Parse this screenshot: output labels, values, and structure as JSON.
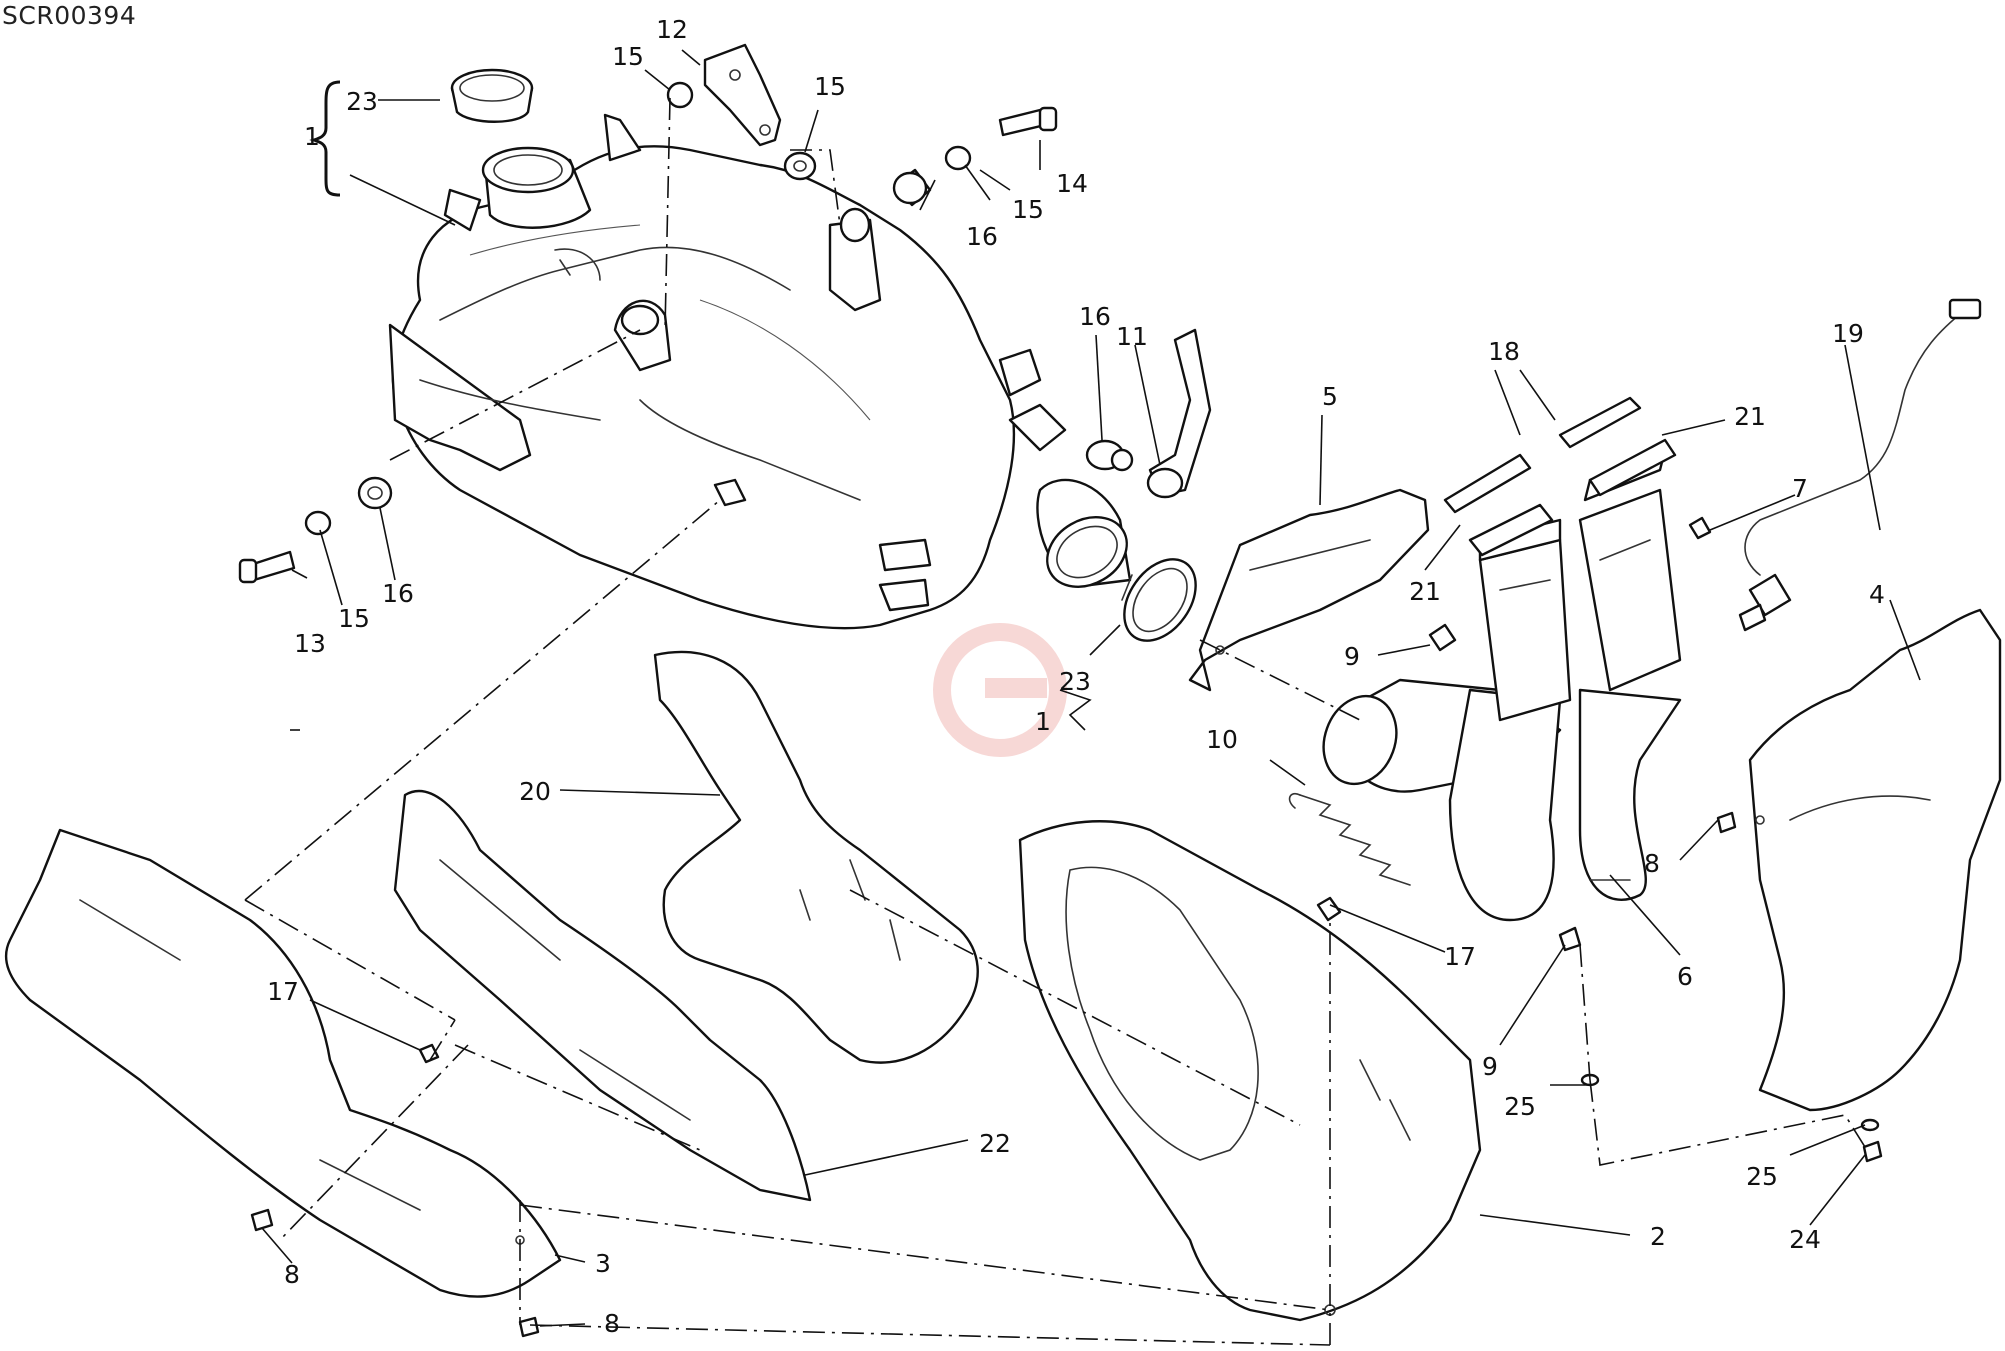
{
  "drawing_code": "SCR00394",
  "watermark_letter": "G",
  "watermark_color": "#f3c8c4",
  "line_color": "#111111",
  "callouts": [
    {
      "id": "c1",
      "label": "1"
    },
    {
      "id": "c23a",
      "label": "23"
    },
    {
      "id": "c12",
      "label": "12"
    },
    {
      "id": "c15a",
      "label": "15"
    },
    {
      "id": "c15b",
      "label": "15"
    },
    {
      "id": "c14",
      "label": "14"
    },
    {
      "id": "c15c",
      "label": "15"
    },
    {
      "id": "c16a",
      "label": "16"
    },
    {
      "id": "c16b",
      "label": "16"
    },
    {
      "id": "c11",
      "label": "11"
    },
    {
      "id": "c13",
      "label": "13"
    },
    {
      "id": "c15d",
      "label": "15"
    },
    {
      "id": "c16c",
      "label": "16"
    },
    {
      "id": "c23b",
      "label": "23"
    },
    {
      "id": "c1b",
      "label": "1"
    },
    {
      "id": "c5",
      "label": "5"
    },
    {
      "id": "c18",
      "label": "18"
    },
    {
      "id": "c21a",
      "label": "21"
    },
    {
      "id": "c21b",
      "label": "21"
    },
    {
      "id": "c19",
      "label": "19"
    },
    {
      "id": "c7",
      "label": "7"
    },
    {
      "id": "c4",
      "label": "4"
    },
    {
      "id": "c9a",
      "label": "9"
    },
    {
      "id": "c10",
      "label": "10"
    },
    {
      "id": "c20",
      "label": "20"
    },
    {
      "id": "c8a",
      "label": "8"
    },
    {
      "id": "c17a",
      "label": "17"
    },
    {
      "id": "c6",
      "label": "6"
    },
    {
      "id": "c9b",
      "label": "9"
    },
    {
      "id": "c25a",
      "label": "25"
    },
    {
      "id": "c17b",
      "label": "17"
    },
    {
      "id": "c22",
      "label": "22"
    },
    {
      "id": "c2",
      "label": "2"
    },
    {
      "id": "c25b",
      "label": "25"
    },
    {
      "id": "c24",
      "label": "24"
    },
    {
      "id": "c8b",
      "label": "8"
    },
    {
      "id": "c3",
      "label": "3"
    },
    {
      "id": "c8c",
      "label": "8"
    }
  ]
}
